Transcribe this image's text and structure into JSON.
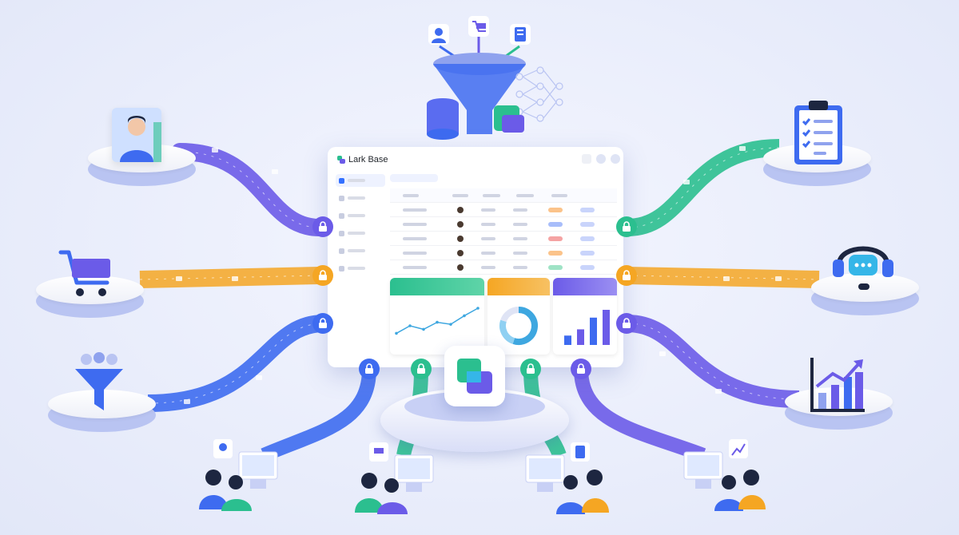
{
  "app": {
    "brand_name": "Lark Base"
  },
  "colors": {
    "blue": "#3e6bf0",
    "purple": "#6b5be8",
    "teal": "#2bbf8f",
    "orange": "#f5a623",
    "indigo": "#4f5fe0"
  },
  "icons": {
    "sources": [
      "user-profile-icon",
      "shopping-cart-icon",
      "filter-funnel-icon",
      "clipboard-checklist-icon",
      "customer-service-headset-icon",
      "bar-chart-growth-icon"
    ],
    "center": [
      "data-funnel-icon",
      "database-icon",
      "neural-network-icon",
      "lark-base-logo"
    ],
    "flow": "lock-icon"
  },
  "dashboard": {
    "charts": [
      {
        "type": "line",
        "color": "teal",
        "values": [
          20,
          35,
          28,
          42,
          38,
          55,
          70
        ]
      },
      {
        "type": "donut",
        "color": "orange",
        "values": [
          55,
          25,
          20
        ]
      },
      {
        "type": "bar",
        "color": "purple",
        "values": [
          12,
          20,
          35,
          45
        ]
      }
    ]
  }
}
